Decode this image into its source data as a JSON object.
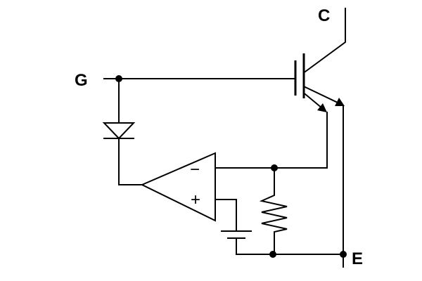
{
  "diagram": {
    "terminals": {
      "collector": "C",
      "gate": "G",
      "emitter": "E"
    },
    "op_amp": {
      "inverting_sign": "−",
      "noninverting_sign": "+"
    },
    "colors": {
      "line": "#000000",
      "background": "#ffffff"
    }
  }
}
